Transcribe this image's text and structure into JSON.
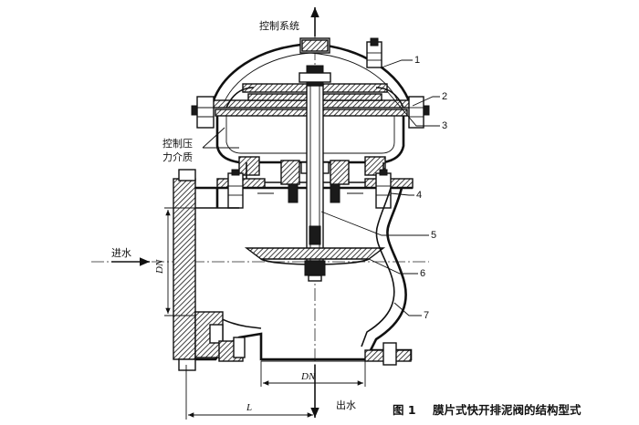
{
  "labels": {
    "control_system": "控制系统",
    "control_medium_line1": "控制压",
    "control_medium_line2": "力介质",
    "inlet": "进水",
    "outlet": "出水"
  },
  "dimensions": {
    "dn_vertical": "DN",
    "dn_horizontal": "DN",
    "length": "L"
  },
  "callouts": [
    "1",
    "2",
    "3",
    "4",
    "5",
    "6",
    "7"
  ],
  "caption": {
    "figure_number": "图 1",
    "title": "膜片式快开排泥阀的结构型式"
  }
}
